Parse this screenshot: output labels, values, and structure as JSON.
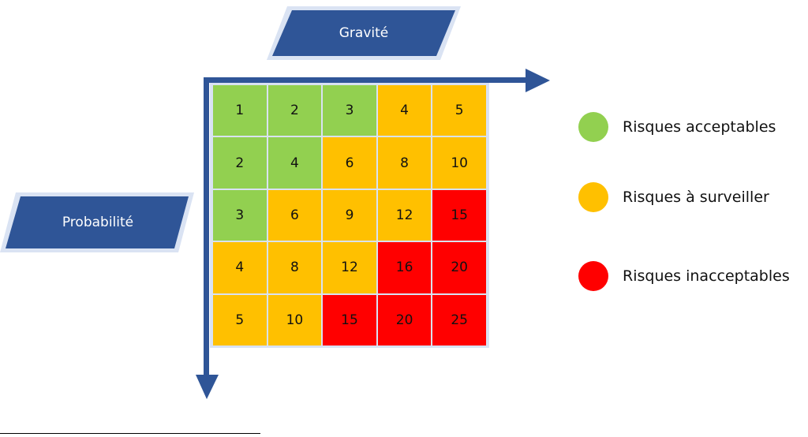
{
  "labels": {
    "gravite": "Gravité",
    "probabilite": "Probabilité"
  },
  "matrix": {
    "rows": [
      [
        {
          "v": "1",
          "level": "green"
        },
        {
          "v": "2",
          "level": "green"
        },
        {
          "v": "3",
          "level": "green"
        },
        {
          "v": "4",
          "level": "orange"
        },
        {
          "v": "5",
          "level": "orange"
        }
      ],
      [
        {
          "v": "2",
          "level": "green"
        },
        {
          "v": "4",
          "level": "green"
        },
        {
          "v": "6",
          "level": "orange"
        },
        {
          "v": "8",
          "level": "orange"
        },
        {
          "v": "10",
          "level": "orange"
        }
      ],
      [
        {
          "v": "3",
          "level": "green"
        },
        {
          "v": "6",
          "level": "orange"
        },
        {
          "v": "9",
          "level": "orange"
        },
        {
          "v": "12",
          "level": "orange"
        },
        {
          "v": "15",
          "level": "red"
        }
      ],
      [
        {
          "v": "4",
          "level": "orange"
        },
        {
          "v": "8",
          "level": "orange"
        },
        {
          "v": "12",
          "level": "orange"
        },
        {
          "v": "16",
          "level": "red"
        },
        {
          "v": "20",
          "level": "red"
        }
      ],
      [
        {
          "v": "5",
          "level": "orange"
        },
        {
          "v": "10",
          "level": "orange"
        },
        {
          "v": "15",
          "level": "red"
        },
        {
          "v": "20",
          "level": "red"
        },
        {
          "v": "25",
          "level": "red"
        }
      ]
    ]
  },
  "legend": {
    "acceptable": "Risques acceptables",
    "surveiller": "Risques à surveiller",
    "inacceptable": "Risques inacceptables"
  },
  "colors": {
    "green": "#92d050",
    "orange": "#ffc000",
    "red": "#ff0000",
    "label_fill": "#2f5597",
    "label_border": "#dae3f3",
    "axis": "#2f5597"
  }
}
